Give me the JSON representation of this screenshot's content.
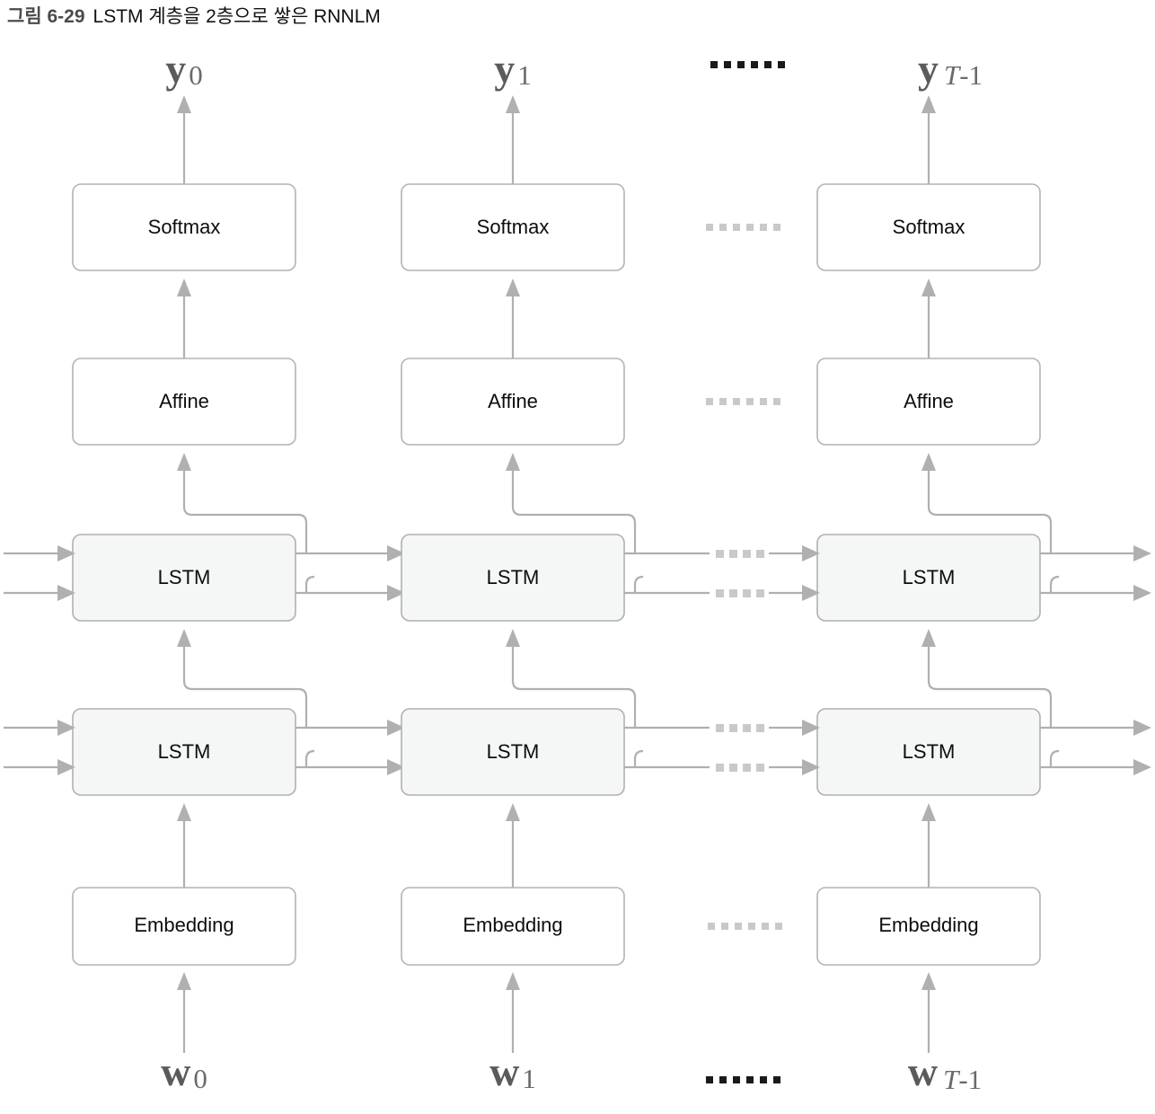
{
  "caption": {
    "number": "그림 6-29",
    "text": "LSTM 계층을 2층으로 쌓은 RNNLM"
  },
  "diagram": {
    "title": "LSTM 계층을 2층으로 쌓은 RNNLM",
    "type": "neural-network-unrolled-graph",
    "colors": {
      "edge": "#b0b0b0",
      "box_border": "#b4b4b4",
      "box_fill": "#ffffff",
      "lstm_fill": "#f5f7f6",
      "label_text": "#0d0d0d",
      "vector_text": "#5b5b5b",
      "ellipsis_dark": "#1a1a1a",
      "ellipsis_light": "#c9c9c9"
    },
    "layer_names": {
      "softmax": "Softmax",
      "affine": "Affine",
      "lstm": "LSTM",
      "embedding": "Embedding"
    },
    "columns": [
      {
        "id": "t0",
        "output_label_main": "y",
        "output_label_sub": "0",
        "input_label_main": "w",
        "input_label_sub": "0",
        "boxes": [
          "Softmax",
          "Affine",
          "LSTM",
          "LSTM",
          "Embedding"
        ]
      },
      {
        "id": "t1",
        "output_label_main": "y",
        "output_label_sub": "1",
        "input_label_main": "w",
        "input_label_sub": "1",
        "boxes": [
          "Softmax",
          "Affine",
          "LSTM",
          "LSTM",
          "Embedding"
        ]
      },
      {
        "id": "tT-1",
        "output_label_main": "y",
        "output_label_sub": "T-1",
        "input_label_main": "w",
        "input_label_sub": "T-1",
        "boxes": [
          "Softmax",
          "Affine",
          "LSTM",
          "LSTM",
          "Embedding"
        ]
      }
    ],
    "ellipses": [
      {
        "id": "top-output-ellipsis",
        "style": "dark",
        "dots": 6
      },
      {
        "id": "softmax-row-ellipsis",
        "style": "light",
        "dots": 6
      },
      {
        "id": "affine-row-ellipsis",
        "style": "light",
        "dots": 6
      },
      {
        "id": "lstm-upper-h-ellipsis",
        "style": "light",
        "dots": 6
      },
      {
        "id": "lstm-upper-c-ellipsis",
        "style": "light",
        "dots": 6
      },
      {
        "id": "lstm-lower-h-ellipsis",
        "style": "light",
        "dots": 6
      },
      {
        "id": "lstm-lower-c-ellipsis",
        "style": "light",
        "dots": 6
      },
      {
        "id": "embedding-row-ellipsis",
        "style": "light",
        "dots": 6
      },
      {
        "id": "bottom-input-ellipsis",
        "style": "dark",
        "dots": 6
      }
    ]
  }
}
